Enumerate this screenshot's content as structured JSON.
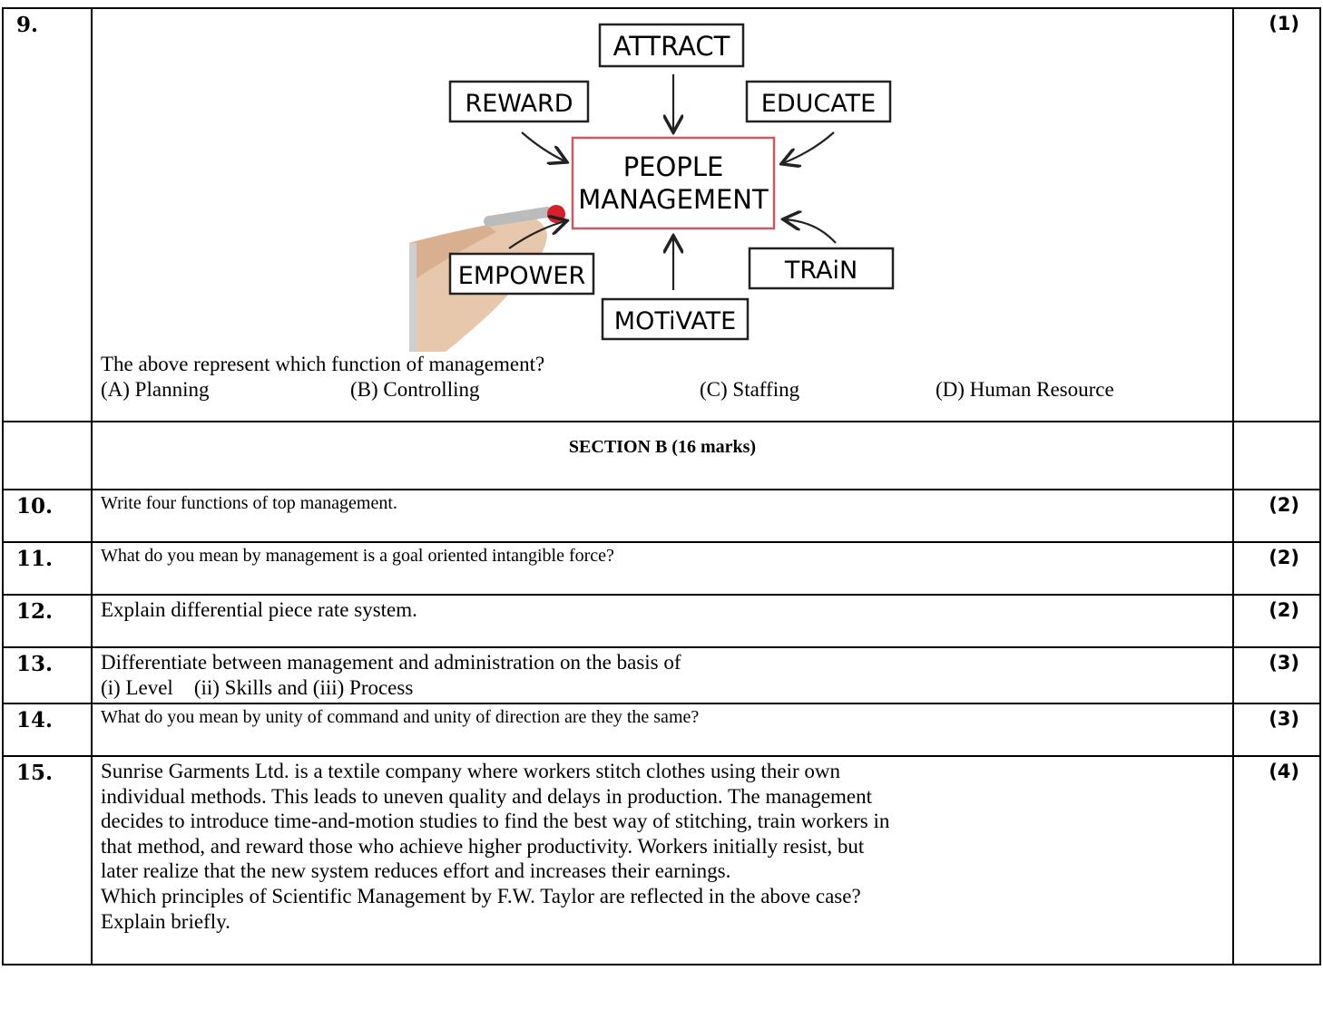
{
  "q9": {
    "number": "9.",
    "marks": "(1)",
    "diagram": {
      "center_line1": "PEOPLE",
      "center_line2": "MANAGEMENT",
      "attract": "ATTRACT",
      "reward": "REWARD",
      "educate": "EDUCATE",
      "empower": "EMPOWER",
      "train": "TRAiN",
      "motivate": "MOTiVATE"
    },
    "question": "The above represent which function of management?",
    "options": [
      "(A) Planning",
      "(B) Controlling",
      "(C) Staffing",
      "(D) Human Resource"
    ]
  },
  "section_b": {
    "title": "SECTION B (16 marks)"
  },
  "questions": [
    {
      "number": "10.",
      "text": "Write four functions of top management.",
      "marks": "(2)"
    },
    {
      "number": "11.",
      "text": "What do you mean by management is a goal oriented intangible force?",
      "marks": "(2)"
    },
    {
      "number": "12.",
      "text": "Explain differential piece rate system.",
      "marks": "(2)"
    },
    {
      "number": "13.",
      "text_line1": "Differentiate between management and administration on the basis of",
      "text_line2": "(i) Level    (ii) Skills and (iii) Process",
      "marks": "(3)"
    },
    {
      "number": "14.",
      "text": "What do you mean by unity of command and unity of direction are they the same?",
      "marks": "(3)"
    },
    {
      "number": "15.",
      "text_lines": [
        "Sunrise Garments Ltd. is a textile company where workers stitch clothes using their own",
        "individual methods. This leads to uneven quality and delays in production. The management",
        "decides to introduce time-and-motion studies to find the best way of stitching, train workers in",
        "that method, and reward those who achieve higher productivity. Workers initially resist, but",
        "later realize that the new system reduces effort and increases their earnings.",
        "Which principles of Scientific Management by F.W. Taylor are reflected in the above case?",
        "Explain briefly."
      ],
      "marks": "(4)"
    }
  ]
}
